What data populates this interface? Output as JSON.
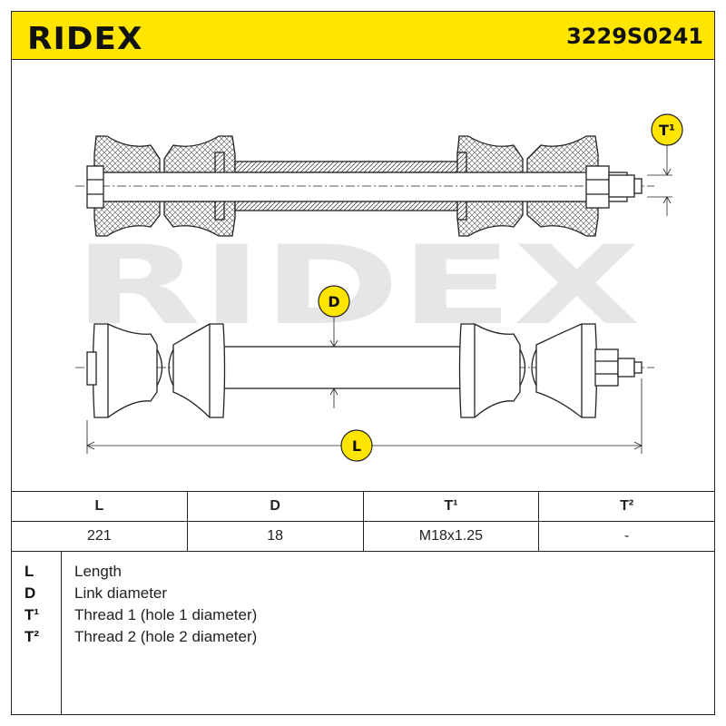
{
  "header": {
    "brand": "RIDEX",
    "part_number": "3229S0241"
  },
  "diagram": {
    "watermark": "RIDEX",
    "labels": {
      "thread": "T¹",
      "diameter": "D",
      "length": "L"
    }
  },
  "spec_table": {
    "headers": [
      "L",
      "D",
      "T¹",
      "T²"
    ],
    "values": [
      "221",
      "18",
      "M18x1.25",
      "-"
    ]
  },
  "legend": [
    {
      "key": "L",
      "text": "Length"
    },
    {
      "key": "D",
      "text": "Link diameter"
    },
    {
      "key": "T¹",
      "text": "Thread 1 (hole 1 diameter)"
    },
    {
      "key": "T²",
      "text": "Thread 2 (hole 2 diameter)"
    }
  ],
  "colors": {
    "brand_yellow": "#ffe500",
    "ink": "#222222",
    "watermark": "#e6e6e6"
  }
}
